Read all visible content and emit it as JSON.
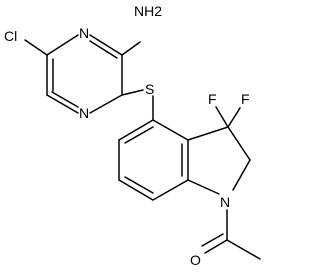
{
  "molecule": {
    "atoms": {
      "cl": "Cl",
      "nh2": "NH2",
      "n_top": "N",
      "n_bottom": "N",
      "s": "S",
      "f1": "F",
      "f2": "F",
      "n_indoline": "N",
      "o": "O"
    }
  }
}
